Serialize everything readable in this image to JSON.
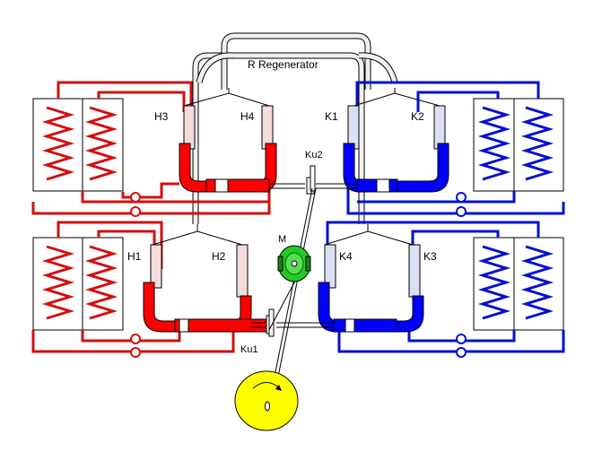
{
  "labels": {
    "regenerator": "R  Regenerator",
    "h1": "H1",
    "h2": "H2",
    "h3": "H3",
    "h4": "H4",
    "k1": "K1",
    "k2": "K2",
    "k3": "K3",
    "k4": "K4",
    "ku1": "Ku1",
    "ku2": "Ku2",
    "m": "M"
  },
  "colors": {
    "hot": "#ff0000",
    "hot_pipe": "#d01010",
    "cold": "#0000ff",
    "cold_pipe": "#0010d0",
    "motor": "#22cc22",
    "flywheel": "#ffff00",
    "glass": "#f4dcdc",
    "line": "#000000",
    "regenerator_tube": "#f0f0f0"
  }
}
